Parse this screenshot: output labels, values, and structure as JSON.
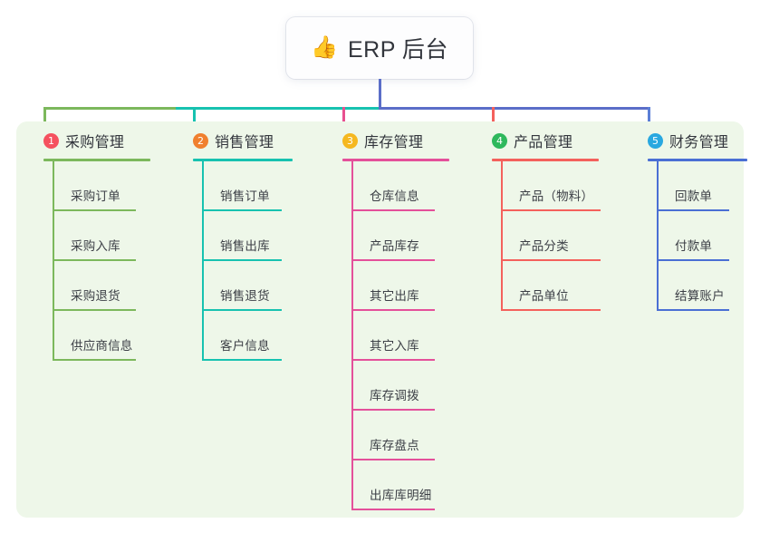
{
  "root": {
    "icon": "thumbs-up-emoji",
    "emoji": "👍",
    "title": "ERP 后台"
  },
  "panel": {
    "background_color": "#eef7e9"
  },
  "connector": {
    "stem_color": "#5b6ec8",
    "segments": [
      {
        "name": "left-green",
        "color": "#7cb85c"
      },
      {
        "name": "mid-teal",
        "color": "#17c2b0"
      },
      {
        "name": "right-blue",
        "color": "#5b6ec8"
      }
    ]
  },
  "columns": [
    {
      "index": "1",
      "title": "采购管理",
      "badge_color": "#f5515f",
      "line_color": "#7cb85c",
      "drop_color": "#7cb85c",
      "items": [
        {
          "label": "采购订单"
        },
        {
          "label": "采购入库"
        },
        {
          "label": "采购退货"
        },
        {
          "label": "供应商信息"
        }
      ]
    },
    {
      "index": "2",
      "title": "销售管理",
      "badge_color": "#f0802f",
      "line_color": "#17c2b0",
      "drop_color": "#17c2b0",
      "items": [
        {
          "label": "销售订单"
        },
        {
          "label": "销售出库"
        },
        {
          "label": "销售退货"
        },
        {
          "label": "客户信息"
        }
      ]
    },
    {
      "index": "3",
      "title": "库存管理",
      "badge_color": "#f5b820",
      "line_color": "#e4509a",
      "drop_color": "#e8508f",
      "items": [
        {
          "label": "仓库信息"
        },
        {
          "label": "产品库存"
        },
        {
          "label": "其它出库"
        },
        {
          "label": "其它入库"
        },
        {
          "label": "库存调拨"
        },
        {
          "label": "库存盘点"
        },
        {
          "label": "出库库明细"
        }
      ]
    },
    {
      "index": "4",
      "title": "产品管理",
      "badge_color": "#2eb85c",
      "line_color": "#f4615c",
      "drop_color": "#f4615c",
      "items": [
        {
          "label": "产品（物料）"
        },
        {
          "label": "产品分类"
        },
        {
          "label": "产品单位"
        }
      ]
    },
    {
      "index": "5",
      "title": "财务管理",
      "badge_color": "#29a8e0",
      "line_color": "#4a6fd4",
      "drop_color": "#5b7fd6",
      "items": [
        {
          "label": "回款单"
        },
        {
          "label": "付款单"
        },
        {
          "label": "结算账户"
        }
      ]
    }
  ]
}
